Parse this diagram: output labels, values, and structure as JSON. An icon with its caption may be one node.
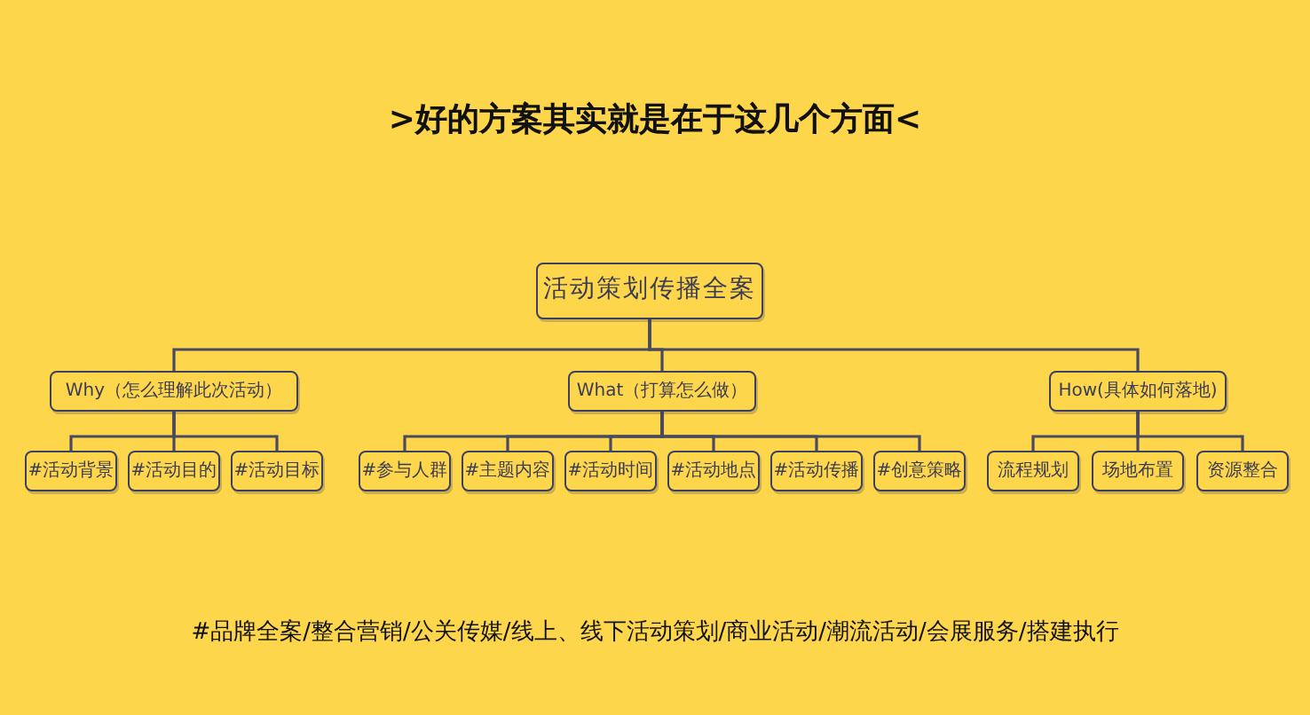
{
  "diagram": {
    "title": ">好的方案其实就是在于这几个方面<",
    "caption": "#品牌全案/整合营销/公关传媒/线上、线下活动策划/商业活动/潮流活动/会展服务/搭建执行",
    "nodes": [
      {
        "text": [
          "活动策划传播全案"
        ]
      },
      {
        "text": [
          "Why（怎么理解此次活动）"
        ]
      },
      {
        "text": [
          "What（打算怎么做）"
        ]
      },
      {
        "text": [
          "How(具体如何落地)"
        ]
      },
      {
        "text": [
          "#活动背景"
        ]
      },
      {
        "text": [
          "#活动目的"
        ]
      },
      {
        "text": [
          "#活动目标"
        ]
      },
      {
        "text": [
          "#参与人群"
        ]
      },
      {
        "text": [
          "#主题内容"
        ]
      },
      {
        "text": [
          "#活动时间"
        ]
      },
      {
        "text": [
          "#活动地点"
        ]
      },
      {
        "text": [
          "#活动传播"
        ]
      },
      {
        "text": [
          "#创意策略"
        ]
      },
      {
        "text": [
          "流程规划"
        ]
      },
      {
        "text": [
          "场地布置"
        ]
      },
      {
        "text": [
          "资源整合"
        ]
      }
    ],
    "edges": [
      {
        "from": 0,
        "to": 1,
        "arrow": "none"
      },
      {
        "from": 0,
        "to": 2,
        "arrow": "none"
      },
      {
        "from": 0,
        "to": 3,
        "arrow": "none"
      },
      {
        "from": 1,
        "to": 4,
        "arrow": "none"
      },
      {
        "from": 1,
        "to": 5,
        "arrow": "none"
      },
      {
        "from": 1,
        "to": 6,
        "arrow": "none"
      },
      {
        "from": 2,
        "to": 7,
        "arrow": "none"
      },
      {
        "from": 2,
        "to": 8,
        "arrow": "none"
      },
      {
        "from": 2,
        "to": 9,
        "arrow": "none"
      },
      {
        "from": 2,
        "to": 10,
        "arrow": "none"
      },
      {
        "from": 2,
        "to": 11,
        "arrow": "none"
      },
      {
        "from": 2,
        "to": 12,
        "arrow": "none"
      },
      {
        "from": 3,
        "to": 13,
        "arrow": "none"
      },
      {
        "from": 3,
        "to": 14,
        "arrow": "none"
      },
      {
        "from": 3,
        "to": 15,
        "arrow": "none"
      }
    ]
  }
}
